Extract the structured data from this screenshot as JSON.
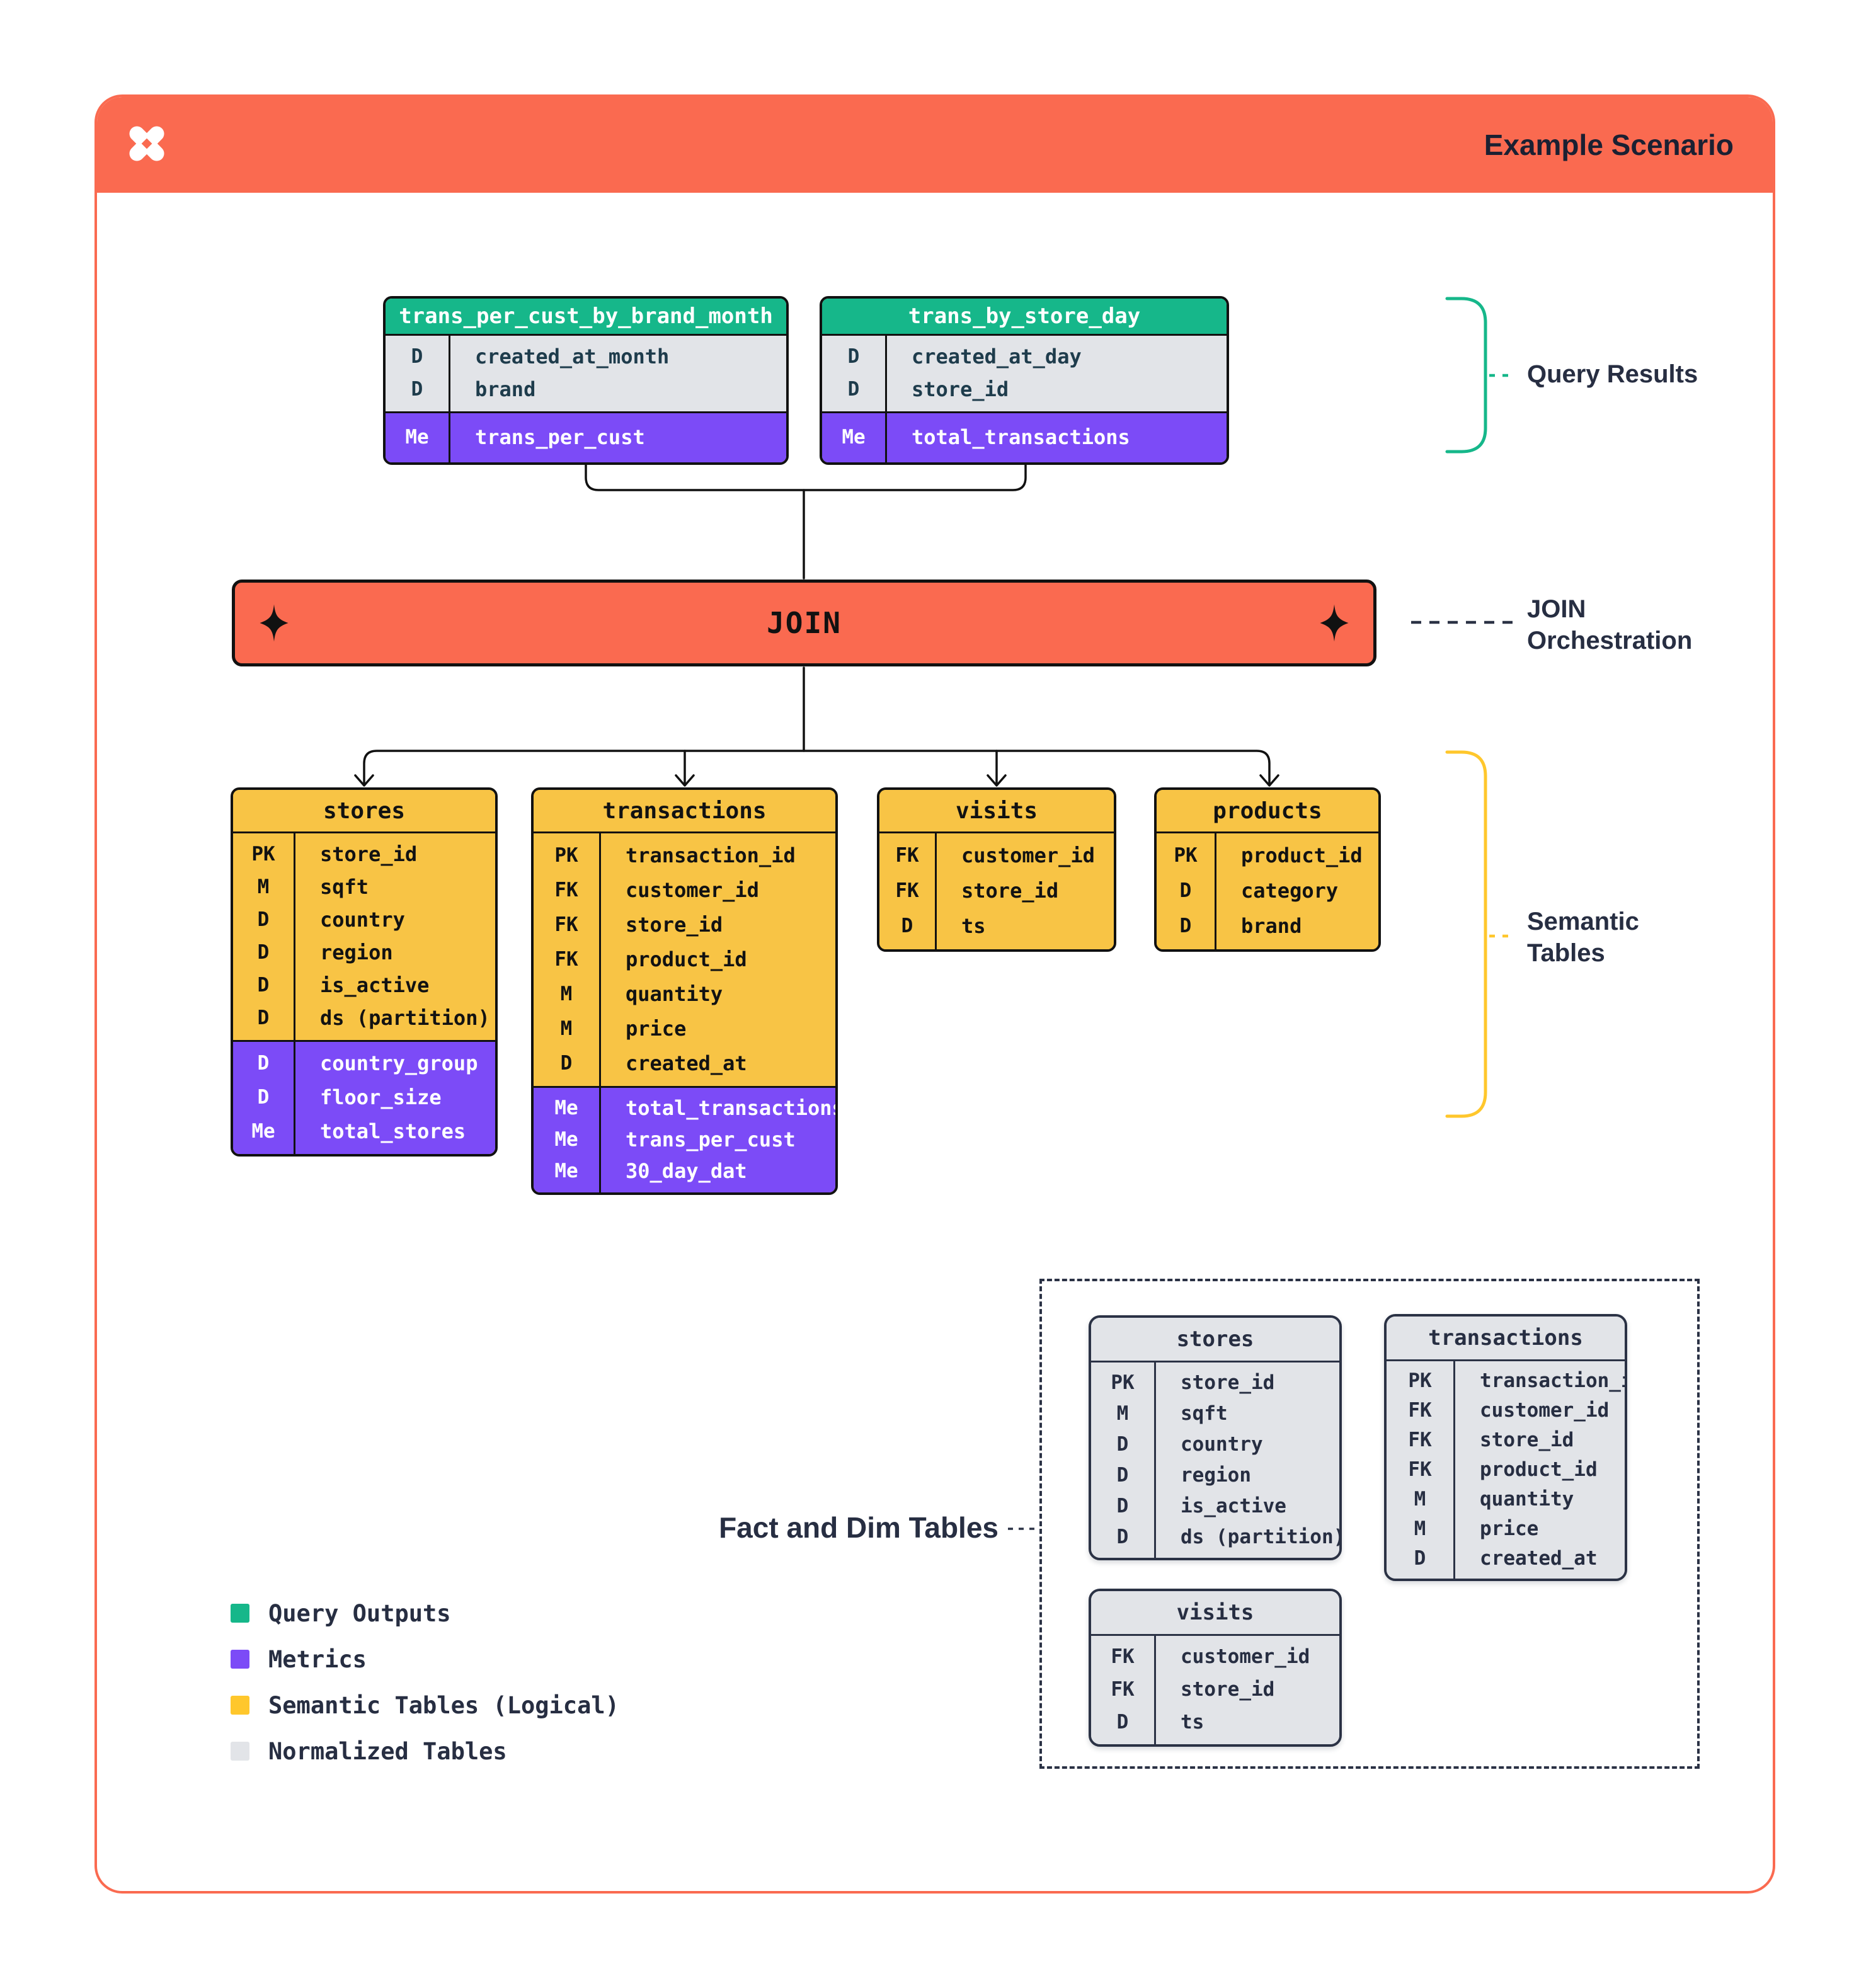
{
  "page": {
    "title": "Example Scenario"
  },
  "join": {
    "label": "JOIN"
  },
  "annotations": {
    "query_results": "Query Results",
    "join_orchestration": {
      "line1": "JOIN",
      "line2": "Orchestration"
    },
    "semantic_tables_label": {
      "line1": "Semantic",
      "line2": "Tables"
    },
    "fact_dim": "Fact and Dim Tables"
  },
  "query_results_tables": [
    {
      "name": "trans_per_cust_by_brand_month",
      "dim_rows": [
        {
          "key": "D",
          "field": "created_at_month"
        },
        {
          "key": "D",
          "field": "brand"
        }
      ],
      "metric_rows": [
        {
          "key": "Me",
          "field": "trans_per_cust"
        }
      ]
    },
    {
      "name": "trans_by_store_day",
      "dim_rows": [
        {
          "key": "D",
          "field": "created_at_day"
        },
        {
          "key": "D",
          "field": "store_id"
        }
      ],
      "metric_rows": [
        {
          "key": "Me",
          "field": "total_transactions"
        }
      ]
    }
  ],
  "semantic_tables": [
    {
      "name": "stores",
      "field_rows": [
        {
          "key": "PK",
          "field": "store_id"
        },
        {
          "key": "M",
          "field": "sqft"
        },
        {
          "key": "D",
          "field": "country"
        },
        {
          "key": "D",
          "field": "region"
        },
        {
          "key": "D",
          "field": "is_active"
        },
        {
          "key": "D",
          "field": "ds (partition)"
        }
      ],
      "metric_rows": [
        {
          "key": "D",
          "field": "country_group"
        },
        {
          "key": "D",
          "field": "floor_size"
        },
        {
          "key": "Me",
          "field": "total_stores"
        }
      ]
    },
    {
      "name": "transactions",
      "field_rows": [
        {
          "key": "PK",
          "field": "transaction_id"
        },
        {
          "key": "FK",
          "field": "customer_id"
        },
        {
          "key": "FK",
          "field": "store_id"
        },
        {
          "key": "FK",
          "field": "product_id"
        },
        {
          "key": "M",
          "field": "quantity"
        },
        {
          "key": "M",
          "field": "price"
        },
        {
          "key": "D",
          "field": "created_at"
        }
      ],
      "metric_rows": [
        {
          "key": "Me",
          "field": "total_transactions"
        },
        {
          "key": "Me",
          "field": "trans_per_cust"
        },
        {
          "key": "Me",
          "field": "30_day_dat"
        }
      ]
    },
    {
      "name": "visits",
      "field_rows": [
        {
          "key": "FK",
          "field": "customer_id"
        },
        {
          "key": "FK",
          "field": "store_id"
        },
        {
          "key": "D",
          "field": "ts"
        }
      ],
      "metric_rows": []
    },
    {
      "name": "products",
      "field_rows": [
        {
          "key": "PK",
          "field": "product_id"
        },
        {
          "key": "D",
          "field": "category"
        },
        {
          "key": "D",
          "field": "brand"
        }
      ],
      "metric_rows": []
    }
  ],
  "normalized_tables": [
    {
      "name": "stores",
      "field_rows": [
        {
          "key": "PK",
          "field": "store_id"
        },
        {
          "key": "M",
          "field": "sqft"
        },
        {
          "key": "D",
          "field": "country"
        },
        {
          "key": "D",
          "field": "region"
        },
        {
          "key": "D",
          "field": "is_active"
        },
        {
          "key": "D",
          "field": "ds (partition)"
        }
      ]
    },
    {
      "name": "transactions",
      "field_rows": [
        {
          "key": "PK",
          "field": "transaction_id"
        },
        {
          "key": "FK",
          "field": "customer_id"
        },
        {
          "key": "FK",
          "field": "store_id"
        },
        {
          "key": "FK",
          "field": "product_id"
        },
        {
          "key": "M",
          "field": "quantity"
        },
        {
          "key": "M",
          "field": "price"
        },
        {
          "key": "D",
          "field": "created_at"
        }
      ]
    },
    {
      "name": "visits",
      "field_rows": [
        {
          "key": "FK",
          "field": "customer_id"
        },
        {
          "key": "FK",
          "field": "store_id"
        },
        {
          "key": "D",
          "field": "ts"
        }
      ]
    }
  ],
  "legend": {
    "items": [
      {
        "color": "#16B78A",
        "label": "Query Outputs"
      },
      {
        "color": "#7C4BF7",
        "label": "Metrics"
      },
      {
        "color": "#FFC72C",
        "label": "Semantic Tables (Logical)"
      },
      {
        "color": "#E2E4E8",
        "label": "Normalized Tables"
      }
    ]
  },
  "colors": {
    "orange": "#FA6A50",
    "green": "#16B78A",
    "purple": "#7C4BF7",
    "yellow": "#F8C445",
    "gray": "#E2E4E8",
    "navy": "#2B3245"
  }
}
